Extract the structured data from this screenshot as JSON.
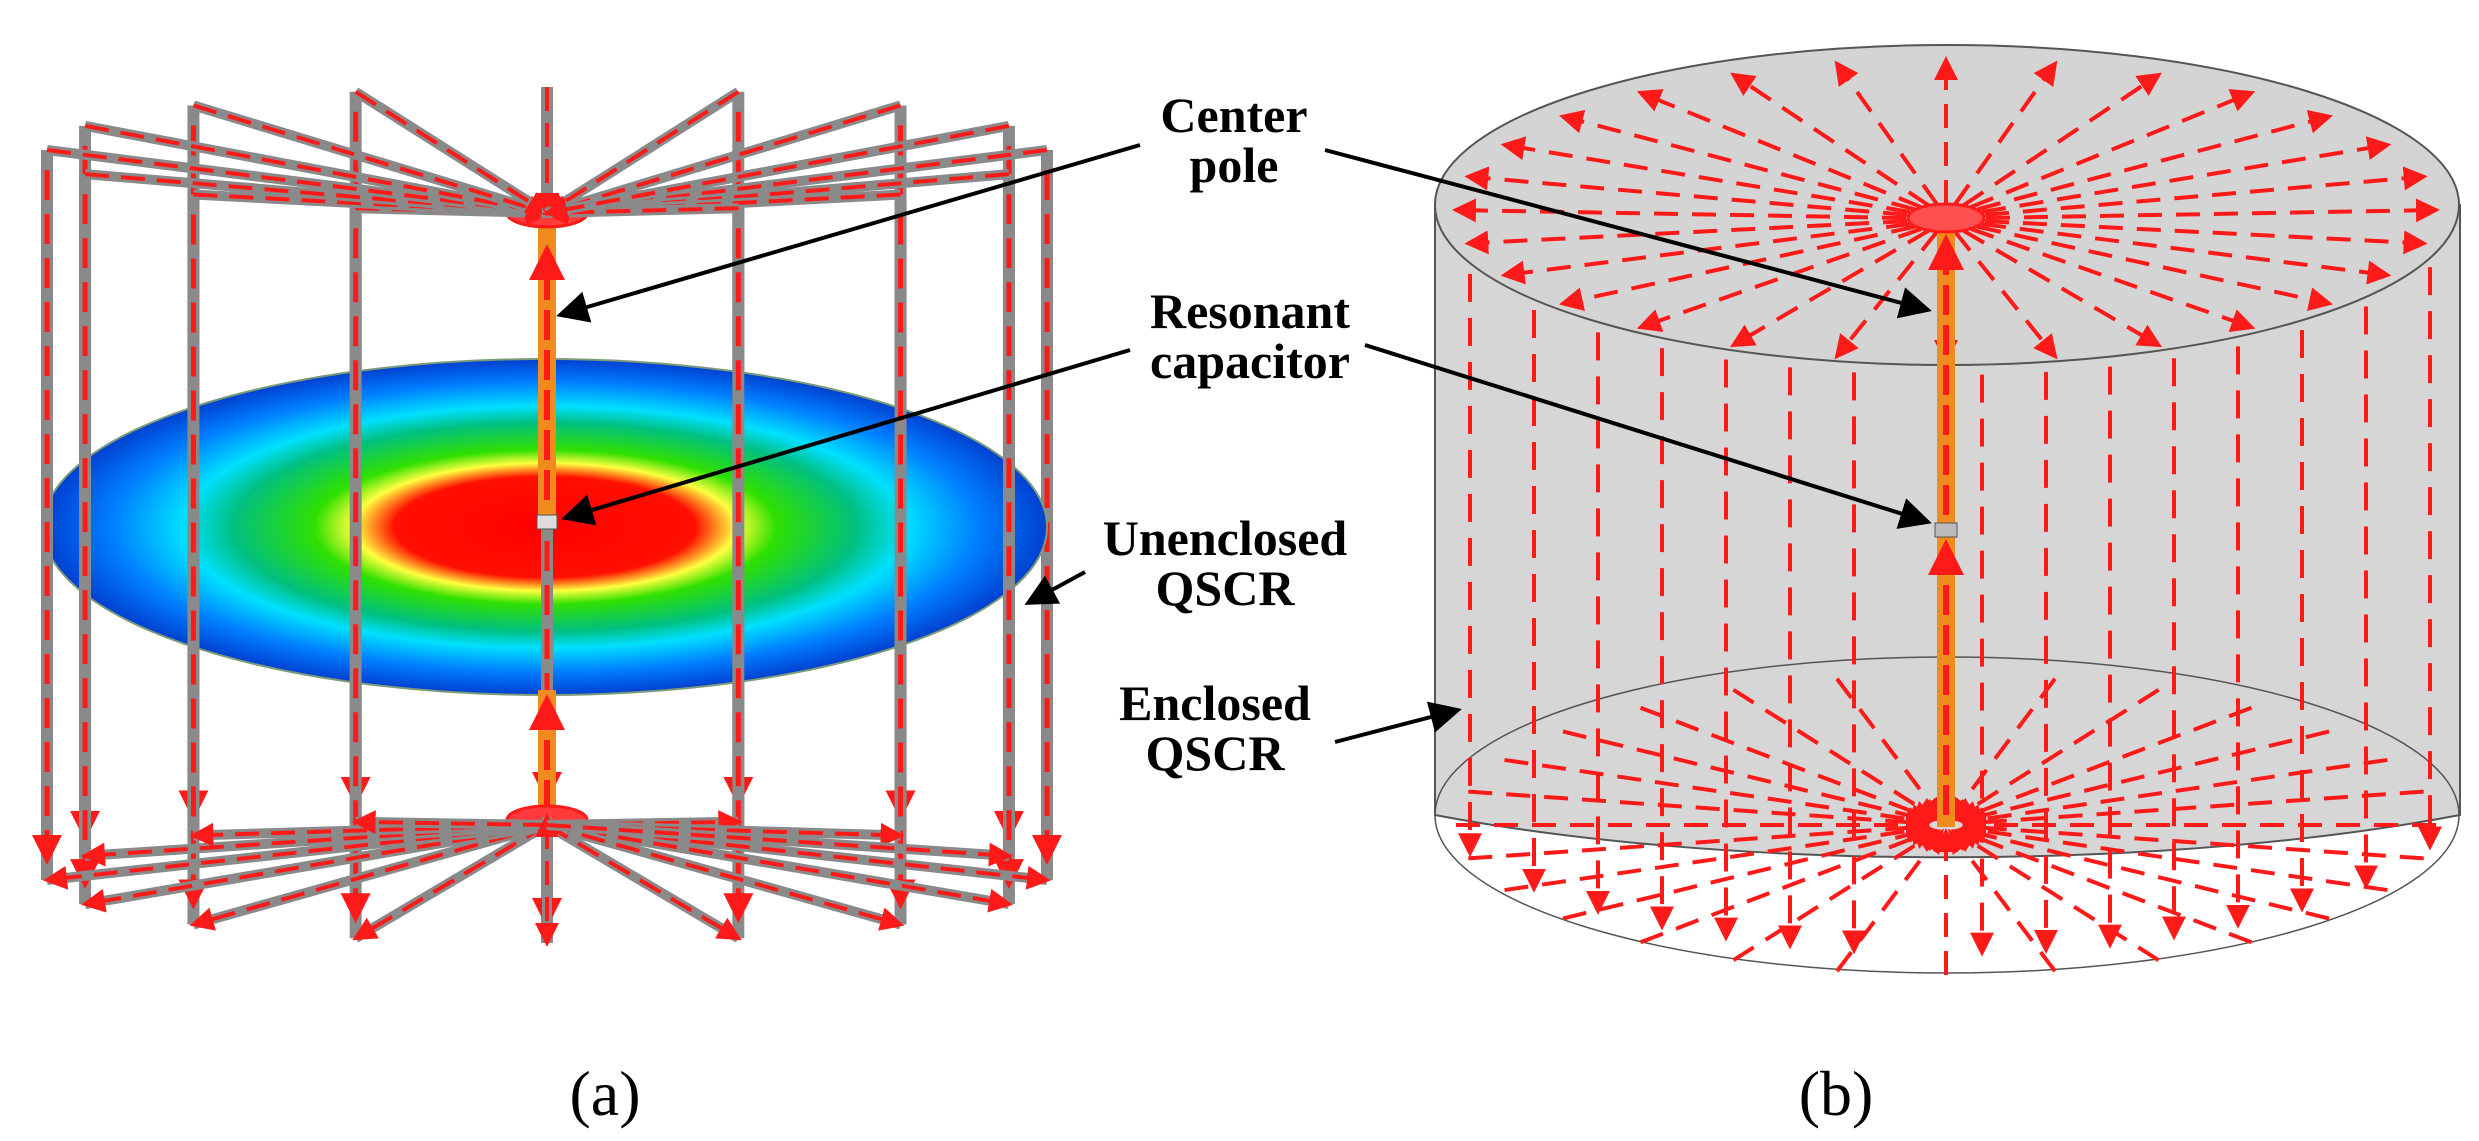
{
  "panel_a": {
    "caption": "(a)",
    "labels": {
      "center_pole_1": "Center",
      "center_pole_2": "pole",
      "resonant_capacitor_1": "Resonant",
      "resonant_capacitor_2": "capacitor",
      "unenclosed_1": "Unenclosed",
      "unenclosed_2": "QSCR"
    }
  },
  "panel_b": {
    "caption": "(b)",
    "labels": {
      "enclosed_1": "Enclosed",
      "enclosed_2": "QSCR"
    }
  },
  "colors": {
    "current_arrow": "#ff1a1a",
    "pole": "#f08c1e",
    "strut": "#8a8a8a",
    "cylinder": "#d6d6d6",
    "field_hot": "#ff0000",
    "field_mid": "#00e000",
    "field_cold": "#0050ff"
  }
}
